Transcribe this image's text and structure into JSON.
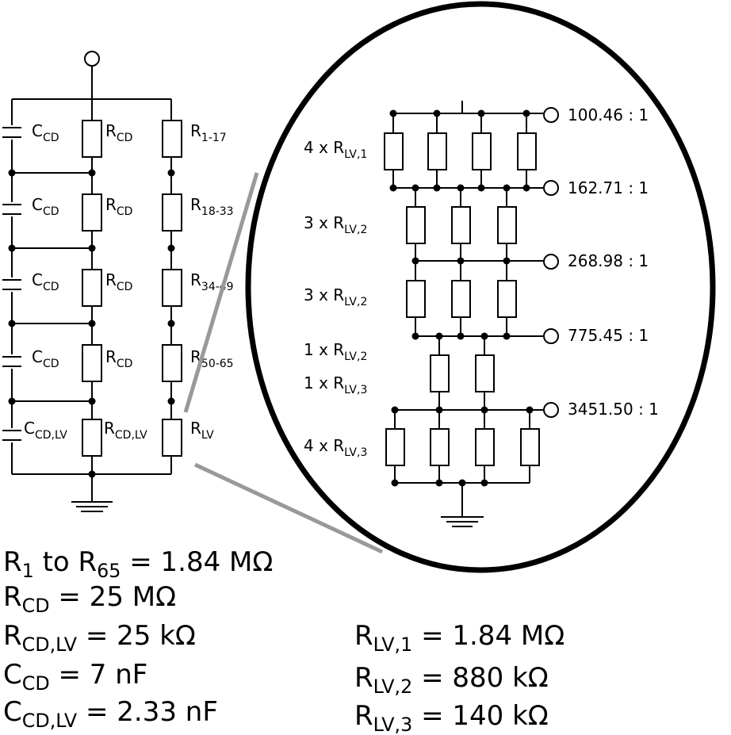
{
  "left_circuit": {
    "rows": [
      {
        "cap_main": "C",
        "cap_sub": "CD",
        "rcd_main": "R",
        "rcd_sub": "CD",
        "rs_main": "R",
        "rs_sub": "1-17"
      },
      {
        "cap_main": "C",
        "cap_sub": "CD",
        "rcd_main": "R",
        "rcd_sub": "CD",
        "rs_main": "R",
        "rs_sub": "18-33"
      },
      {
        "cap_main": "C",
        "cap_sub": "CD",
        "rcd_main": "R",
        "rcd_sub": "CD",
        "rs_main": "R",
        "rs_sub": "34-49"
      },
      {
        "cap_main": "C",
        "cap_sub": "CD",
        "rcd_main": "R",
        "rcd_sub": "CD",
        "rs_main": "R",
        "rs_sub": "50-65"
      },
      {
        "cap_main": "C",
        "cap_sub": "CD,LV",
        "rcd_main": "R",
        "rcd_sub": "CD,LV",
        "rs_main": "R",
        "rs_sub": "LV"
      }
    ]
  },
  "zoom_circuit": {
    "groups": [
      {
        "prefix": "4 x R",
        "sub": "LV,1"
      },
      {
        "prefix": "3 x R",
        "sub": "LV,2"
      },
      {
        "prefix": "3 x R",
        "sub": "LV,2"
      },
      {
        "prefix": "1 x R",
        "sub": "LV,2"
      },
      {
        "prefix": "1 x R",
        "sub": "LV,3"
      },
      {
        "prefix": "4 x R",
        "sub": "LV,3"
      }
    ],
    "taps": [
      "100.46 : 1",
      "162.71 : 1",
      "268.98 : 1",
      "775.45 : 1",
      "3451.50 : 1"
    ]
  },
  "legend_left": [
    {
      "main": "R",
      "sub": "1",
      "mid": " to R",
      "sub2": "65",
      "value": " = 1.84 MΩ"
    },
    {
      "main": "R",
      "sub": "CD",
      "mid": "",
      "sub2": "",
      "value": " = 25 MΩ"
    },
    {
      "main": "R",
      "sub": "CD,LV",
      "mid": "",
      "sub2": "",
      "value": " = 25 kΩ"
    },
    {
      "main": "C",
      "sub": "CD",
      "mid": "",
      "sub2": "",
      "value": " = 7 nF"
    },
    {
      "main": "C",
      "sub": "CD,LV",
      "mid": "",
      "sub2": "",
      "value": "  = 2.33 nF"
    }
  ],
  "legend_right": [
    {
      "main": "R",
      "sub": "LV,1",
      "value": " = 1.84 MΩ"
    },
    {
      "main": "R",
      "sub": "LV,2",
      "value": " = 880 kΩ"
    },
    {
      "main": "R",
      "sub": "LV,3",
      "value": "  = 140 kΩ"
    }
  ]
}
